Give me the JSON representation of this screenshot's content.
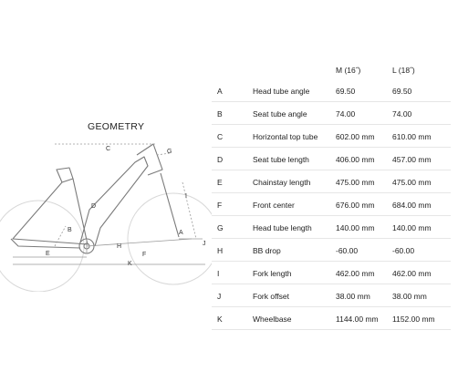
{
  "diagram": {
    "title": "GEOMETRY",
    "labels": [
      "A",
      "B",
      "C",
      "D",
      "E",
      "F",
      "G",
      "H",
      "I",
      "J",
      "K"
    ]
  },
  "table": {
    "headers": {
      "code": "",
      "name": "",
      "m": "M (16˝)",
      "l": "L (18˝)"
    },
    "rows": [
      {
        "code": "A",
        "name": "Head tube angle",
        "m": "69.50",
        "l": "69.50"
      },
      {
        "code": "B",
        "name": "Seat tube angle",
        "m": "74.00",
        "l": "74.00"
      },
      {
        "code": "C",
        "name": "Horizontal top tube",
        "m": "602.00 mm",
        "l": "610.00 mm"
      },
      {
        "code": "D",
        "name": "Seat tube length",
        "m": "406.00 mm",
        "l": "457.00 mm"
      },
      {
        "code": "E",
        "name": "Chainstay length",
        "m": "475.00 mm",
        "l": "475.00 mm"
      },
      {
        "code": "F",
        "name": "Front center",
        "m": "676.00 mm",
        "l": "684.00 mm"
      },
      {
        "code": "G",
        "name": "Head tube length",
        "m": "140.00 mm",
        "l": "140.00 mm"
      },
      {
        "code": "H",
        "name": "BB drop",
        "m": "-60.00",
        "l": "-60.00"
      },
      {
        "code": "I",
        "name": "Fork length",
        "m": "462.00 mm",
        "l": "462.00 mm"
      },
      {
        "code": "J",
        "name": "Fork offset",
        "m": "38.00 mm",
        "l": "38.00 mm"
      },
      {
        "code": "K",
        "name": "Wheelbase",
        "m": "1144.00 mm",
        "l": "1152.00 mm"
      }
    ]
  }
}
